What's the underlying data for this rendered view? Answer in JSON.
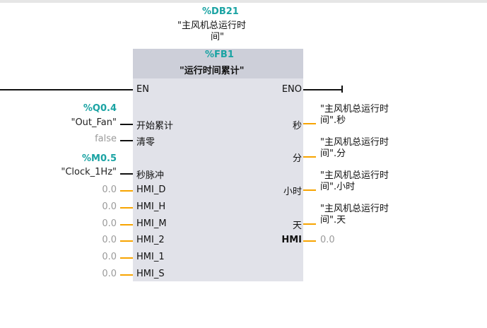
{
  "instance": {
    "address": "%DB21",
    "name_line1": "\"主风机总运行时",
    "name_line2": "间\""
  },
  "block": {
    "address": "%FB1",
    "name": "\"运行时间累计\""
  },
  "inputs": [
    {
      "pin": "EN"
    },
    {
      "pin": "开始累计",
      "address": "%Q0.4",
      "operand": "\"Out_Fan\""
    },
    {
      "pin": "清零",
      "operand": "false"
    },
    {
      "pin": "秒脉冲",
      "address": "%M0.5",
      "operand": "\"Clock_1Hz\""
    },
    {
      "pin": "HMI_D",
      "operand": "0.0"
    },
    {
      "pin": "HMI_H",
      "operand": "0.0"
    },
    {
      "pin": "HMI_M",
      "operand": "0.0"
    },
    {
      "pin": "HMI_2",
      "operand": "0.0"
    },
    {
      "pin": "HMI_1",
      "operand": "0.0"
    },
    {
      "pin": "HMI_S",
      "operand": "0.0"
    }
  ],
  "outputs": [
    {
      "pin": "ENO"
    },
    {
      "pin": "秒",
      "line1": "\"主风机总运行时",
      "line2": "间\".秒"
    },
    {
      "pin": "分",
      "line1": "\"主风机总运行时",
      "line2": "间\".分"
    },
    {
      "pin": "小时",
      "line1": "\"主风机总运行时",
      "line2": "间\".小时"
    },
    {
      "pin": "天",
      "line1": "\"主风机总运行时",
      "line2": "间\".天"
    },
    {
      "pin": "HMI",
      "operand": "0.0"
    }
  ],
  "colors": {
    "teal": "#1aa3a3",
    "wire_real": "#f7a400",
    "block_bg": "#e1e2e9"
  }
}
